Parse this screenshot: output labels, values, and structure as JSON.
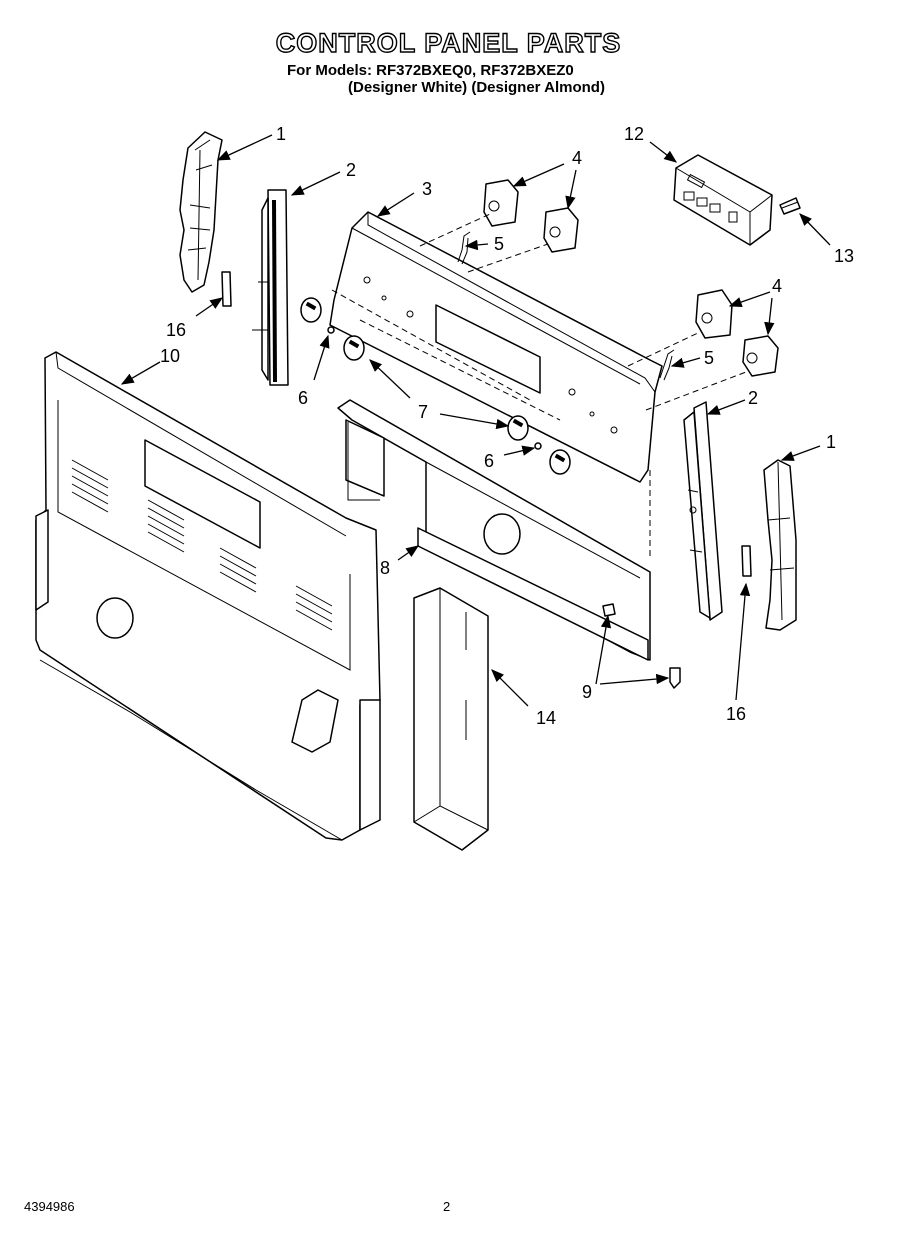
{
  "header": {
    "title": "CONTROL PANEL PARTS",
    "models_line": "For Models: RF372BXEQ0, RF372BXEZ0",
    "variants_line": "(Designer White) (Designer Almond)"
  },
  "callouts": [
    "1",
    "2",
    "3",
    "4",
    "4",
    "5",
    "5",
    "6",
    "6",
    "7",
    "8",
    "9",
    "10",
    "12",
    "13",
    "14",
    "16",
    "16",
    "2",
    "1"
  ],
  "footer": {
    "doc_number": "4394986",
    "page_number": "2"
  }
}
